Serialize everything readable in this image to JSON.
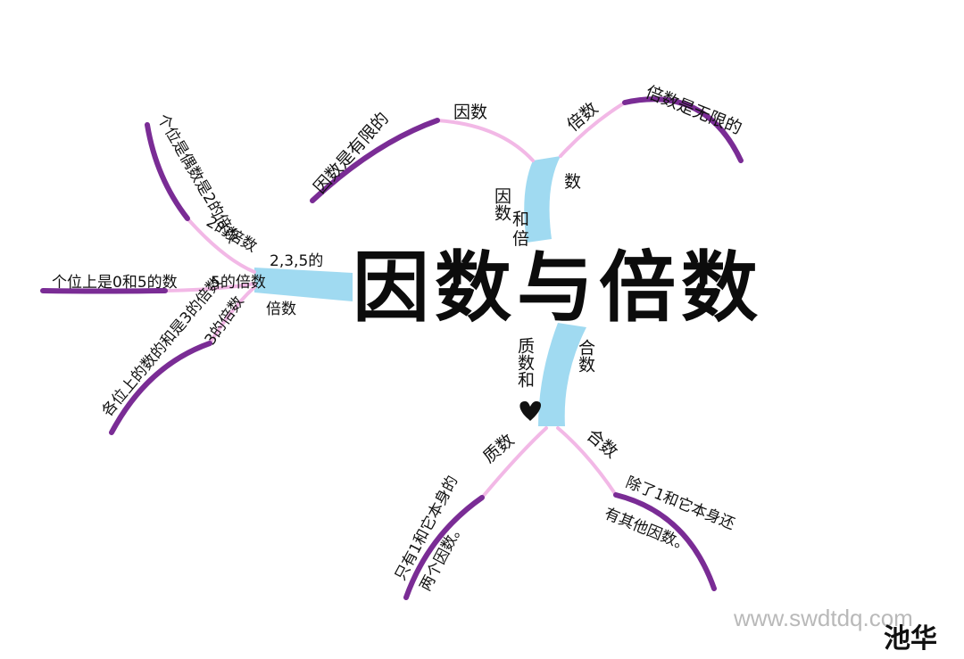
{
  "title": "因数与倍数",
  "branches": {
    "factor_multiple": {
      "hub_left": "因数",
      "hub_mid": "和",
      "hub_bottom": "倍",
      "hub_right": "数",
      "factor": {
        "label": "因数",
        "note": "因数是有限的"
      },
      "multiple": {
        "label": "倍数",
        "note": "倍数是无限的"
      }
    },
    "divisibility": {
      "hub_top": "2,3,5的",
      "hub_bottom": "倍数",
      "rule_2_label": "2的倍数",
      "rule_2_note": "个位是偶数是2的倍数",
      "rule_5_label": "5的倍数",
      "rule_5_note": "个位上是0和5的数",
      "rule_3_label": "3的倍数",
      "rule_3_note": "各位上的数的和是3的倍数"
    },
    "prime_composite": {
      "hub_left": "质数和",
      "hub_right": "合数",
      "prime": {
        "label": "质数",
        "note_1": "只有1和它本身的",
        "note_2": "两个因数。"
      },
      "composite": {
        "label": "合数",
        "note_1": "除了1和它本身还",
        "note_2": "有其他因数。"
      }
    }
  },
  "watermark": "www.swdtdq.com",
  "signature": "池华",
  "colors": {
    "highlight": "#8fd3ef",
    "line_purple": "#7a2c95",
    "line_pink": "#f2b8e6"
  }
}
